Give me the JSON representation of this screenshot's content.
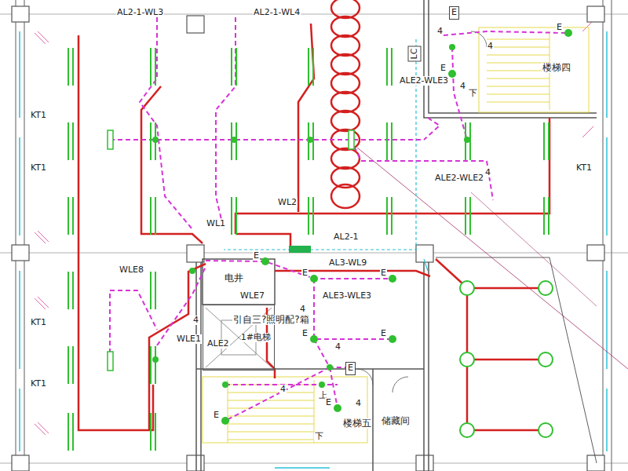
{
  "diagram": {
    "nodes": [
      {
        "text": [
          "E"
        ]
      },
      {
        "text": [
          "LC"
        ]
      },
      {
        "text": [
          "1#电梯"
        ]
      },
      {
        "text": [
          "E"
        ]
      }
    ],
    "labels": [
      "AL2-1-WL3",
      "AL2-1-WL4",
      "KT1",
      "KT1",
      "KT1",
      "KT1",
      "KT1",
      "ALE2-WLE3",
      "楼梯四",
      "下",
      "4",
      "4",
      "4",
      "E",
      "E",
      "ALE2-WLE2",
      "4",
      "WL2",
      "WL1",
      "AL2-1",
      "AL3-WL9",
      "E",
      "E",
      "E",
      "电井",
      "WLE7",
      "ALE3-WLE3",
      "4",
      "WLE8",
      "4",
      "引自三?照明配?箱",
      "ALE2",
      "WLE1",
      "E",
      "E",
      "4",
      "4",
      "4",
      "上",
      "E",
      "E",
      "楼梯五",
      "下",
      "储藏间"
    ]
  }
}
